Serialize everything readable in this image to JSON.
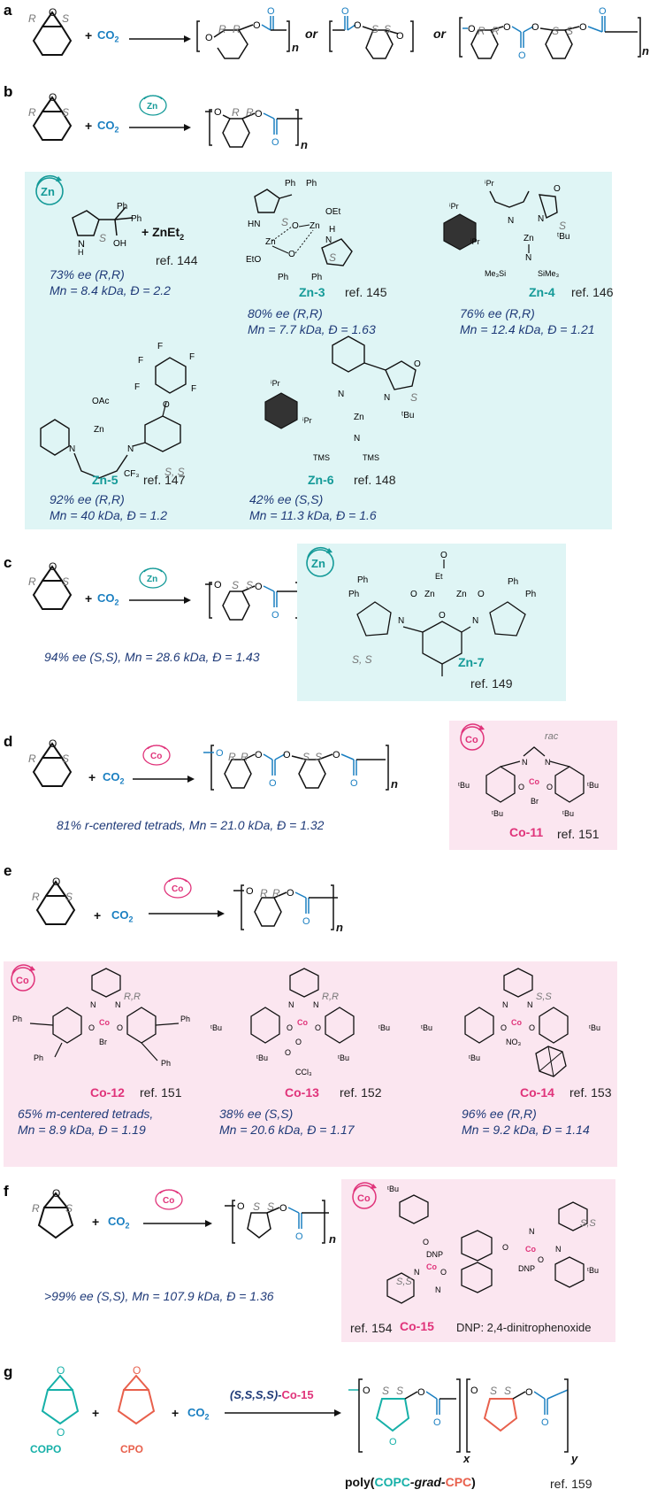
{
  "panels": {
    "a": "a",
    "b": "b",
    "c": "c",
    "d": "d",
    "e": "e",
    "f": "f",
    "g": "g"
  },
  "common": {
    "co2": "CO",
    "co2_sub": "2",
    "plus": "+",
    "or": "or",
    "n": "n",
    "zn": "Zn",
    "co": "Co"
  },
  "stereo": {
    "R": "R",
    "S": "S",
    "RR": "R,R",
    "SS": "S,S",
    "rac": "rac",
    "SSc": "S, S",
    "S_comma_S": "S, S"
  },
  "panel_b": {
    "cat1_reagent": "+ ZnEt",
    "cat1_ref": "ref. 144",
    "cat1_ee": "73% ee (R,R)",
    "cat1_mn": "Mn = 8.4 kDa, Đ = 2.2",
    "zn3_name": "Zn-3",
    "zn3_ref": "ref. 145",
    "zn3_ee": "80% ee (R,R)",
    "zn3_mn": "Mn = 7.7 kDa, Đ = 1.63",
    "zn4_name": "Zn-4",
    "zn4_ref": "ref. 146",
    "zn4_ee": "76% ee (R,R)",
    "zn4_mn": "Mn = 12.4 kDa, Đ = 1.21",
    "zn5_name": "Zn-5",
    "zn5_ref": "ref. 147",
    "zn5_ee": "92% ee (R,R)",
    "zn5_mn": "Mn = 40 kDa, Đ = 1.2",
    "zn6_name": "Zn-6",
    "zn6_ref": "ref. 148",
    "zn6_ee": "42% ee (S,S)",
    "zn6_mn": "Mn = 11.3 kDa, Đ = 1.6"
  },
  "panel_c": {
    "result": "94% ee (S,S), Mn = 28.6 kDa, Đ = 1.43",
    "zn7_name": "Zn-7",
    "zn7_ref": "ref. 149"
  },
  "panel_d": {
    "result": "81% r-centered tetrads, Mn = 21.0 kDa, Đ = 1.32",
    "co11_name": "Co-11",
    "co11_ref": "ref. 151"
  },
  "panel_e": {
    "co12_name": "Co-12",
    "co12_ref": "ref. 151",
    "co12_line1": "65% m-centered tetrads,",
    "co12_line2": "Mn = 8.9 kDa, Đ = 1.19",
    "co13_name": "Co-13",
    "co13_ref": "ref. 152",
    "co13_line1": "38% ee (S,S)",
    "co13_line2": "Mn = 20.6 kDa, Đ = 1.17",
    "co14_name": "Co-14",
    "co14_ref": "ref. 153",
    "co14_line1": "96% ee (R,R)",
    "co14_line2": "Mn = 9.2 kDa, Đ = 1.14"
  },
  "panel_f": {
    "result": ">99% ee (S,S), Mn = 107.9 kDa, Đ = 1.36",
    "co15_name": "Co-15",
    "co15_ref": "ref. 154",
    "dnp_note": "DNP: 2,4-dinitrophenoxide"
  },
  "panel_g": {
    "copo": "COPO",
    "cpo": "CPO",
    "catalyst_prefix": "(S,S,S,S)-",
    "catalyst_name": "Co-15",
    "polymer_prefix": "poly(",
    "polymer_copc": "COPC",
    "polymer_grad": "-grad-",
    "polymer_cpc": "CPC",
    "polymer_suffix": ")",
    "x": "x",
    "y": "y",
    "ref": "ref. 159"
  },
  "colors": {
    "teal": "#149a98",
    "pink": "#e0337a",
    "blue": "#1a7fc1",
    "cyan_bg": "#dff5f5",
    "pink_bg": "#fbe6f0",
    "text_blue": "#1f3a78",
    "red": "#e8604c"
  }
}
